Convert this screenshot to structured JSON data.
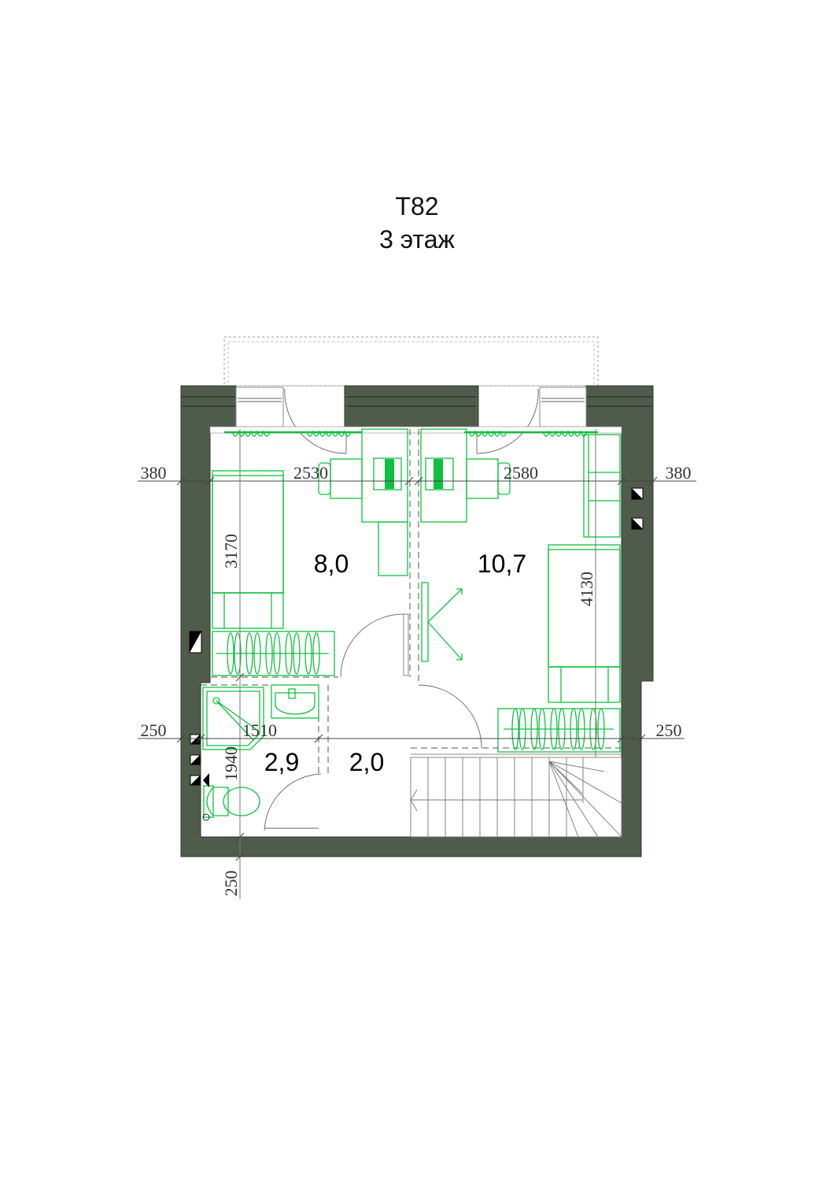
{
  "header": {
    "title": "Т82",
    "subtitle": "3 этаж"
  },
  "rooms": [
    {
      "name": "bedroom-left",
      "area": "8,0"
    },
    {
      "name": "bedroom-right",
      "area": "10,7"
    },
    {
      "name": "bathroom",
      "area": "2,9"
    },
    {
      "name": "hall",
      "area": "2,0"
    }
  ],
  "dimensions": {
    "top_left_wall": "380",
    "left_room_width": "2530",
    "right_room_width": "2580",
    "top_right_wall": "380",
    "left_room_depth": "3170",
    "right_room_depth": "4130",
    "mid_left_wall": "250",
    "bathroom_width": "1510",
    "mid_right_wall": "250",
    "bathroom_depth": "1940",
    "bottom_wall": "250"
  },
  "colors": {
    "wall": "#505c4b",
    "furniture": "#10c040"
  }
}
